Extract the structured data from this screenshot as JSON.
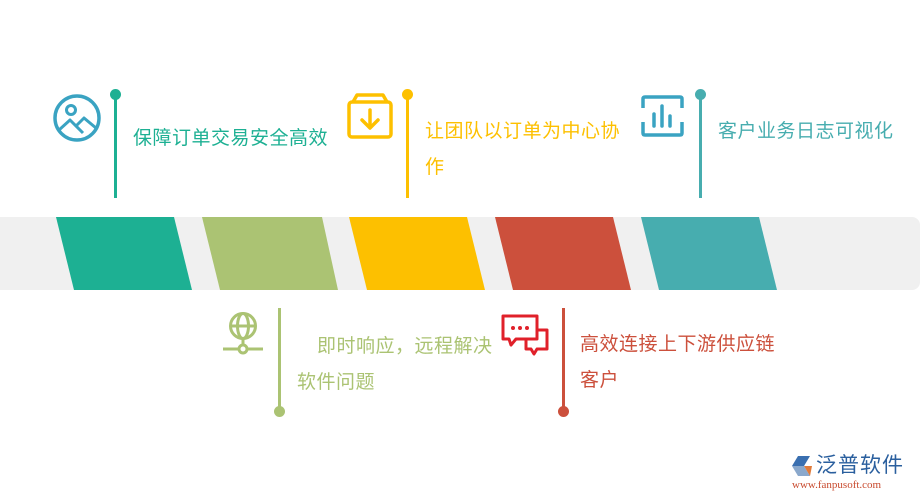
{
  "colors": {
    "teal": "#1db093",
    "green": "#abc373",
    "yellow": "#fdc000",
    "red": "#cc503c",
    "cyan": "#47adaf",
    "band": "#f0f0f0",
    "icon_blue": "#3aa3c2",
    "icon_red": "#e0202a"
  },
  "top_items": [
    {
      "label": "保障订单交易安全高效",
      "icon": "image-icon",
      "color": "#1db093"
    },
    {
      "label_line1": "让团队以订单为中心协",
      "label_line2": "作",
      "icon": "download-box-icon",
      "color": "#fdc000"
    },
    {
      "label": "客户业务日志可视化",
      "icon": "bar-chart-icon",
      "color": "#47adaf"
    }
  ],
  "bottom_items": [
    {
      "label_line1": "即时响应，远程解决",
      "label_line2": "软件问题",
      "icon": "globe-network-icon",
      "color": "#abc373"
    },
    {
      "label_line1": "高效连接上下游供应链",
      "label_line2": "客户",
      "icon": "chat-bubbles-icon",
      "color": "#cc503c"
    }
  ],
  "logo": {
    "title": "泛普软件",
    "url": "www.fanpusoft.com"
  }
}
